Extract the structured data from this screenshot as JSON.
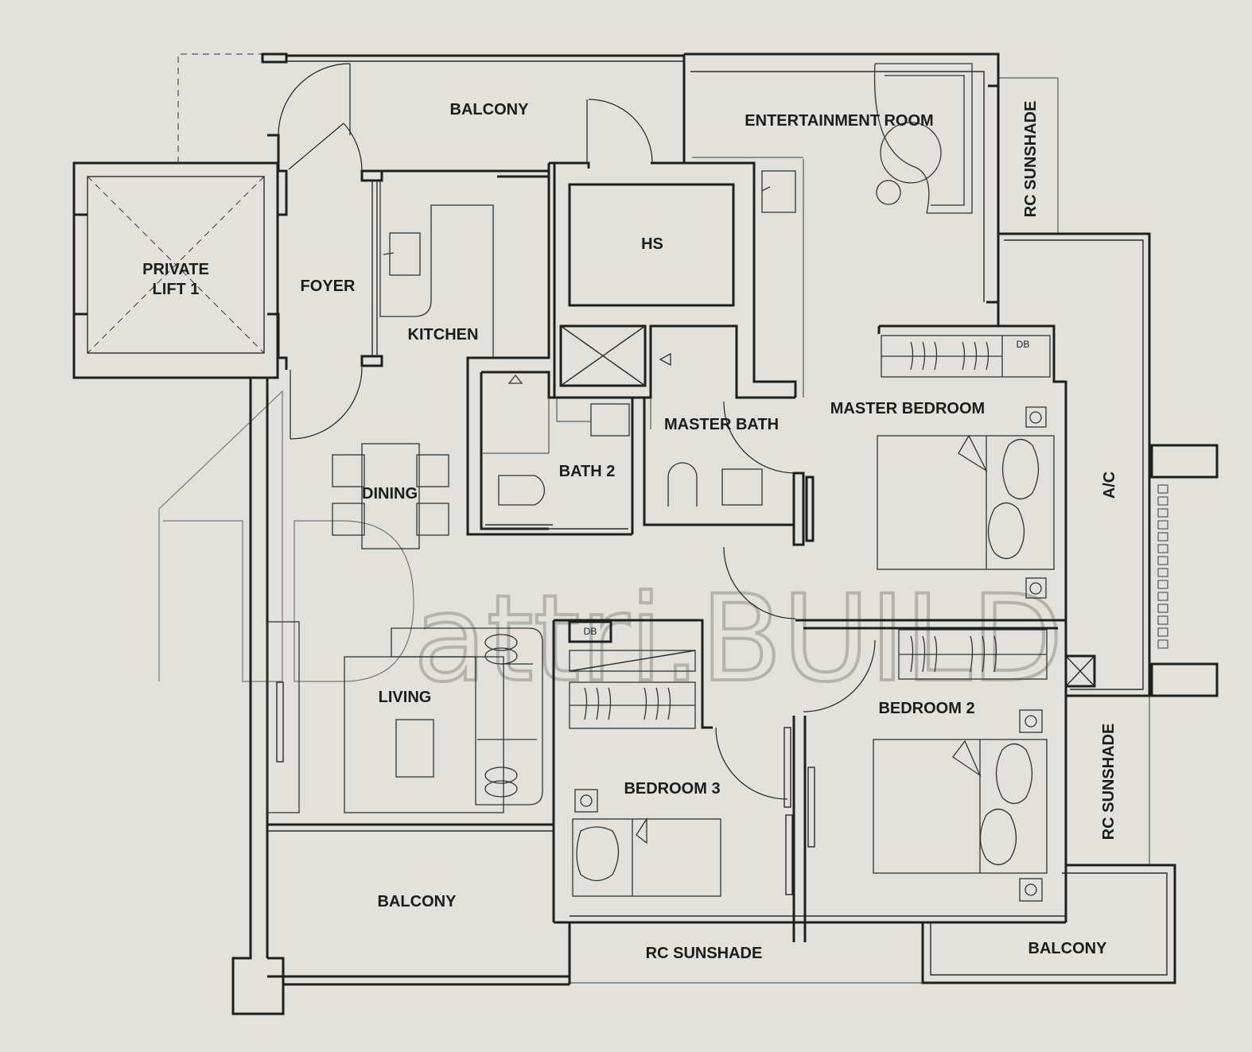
{
  "plan": {
    "rooms": {
      "balcony_top": "BALCONY",
      "entertainment_room": "ENTERTAINMENT ROOM",
      "private_lift_line1": "PRIVATE",
      "private_lift_line2": "LIFT 1",
      "foyer": "FOYER",
      "kitchen": "KITCHEN",
      "hs": "HS",
      "master_bedroom": "MASTER BEDROOM",
      "master_bath": "MASTER BATH",
      "bath_2": "BATH 2",
      "dining": "DINING",
      "living": "LIVING",
      "bedroom_3": "BEDROOM 3",
      "bedroom_2": "BEDROOM 2",
      "balcony_bottom_left": "BALCONY",
      "rc_sunshade_bottom": "RC SUNSHADE",
      "balcony_bottom_right": "BALCONY",
      "rc_sunshade_top_right": "RC SUNSHADE",
      "rc_sunshade_right": "RC SUNSHADE",
      "ac": "A/C"
    },
    "db_labels": {
      "master": "DB",
      "bedroom3": "DB"
    },
    "watermark": "attri.BUILD"
  },
  "colors": {
    "background": "#e3e1dc",
    "walls": "#1e1e1e",
    "watermark": "#b4b3ae"
  }
}
